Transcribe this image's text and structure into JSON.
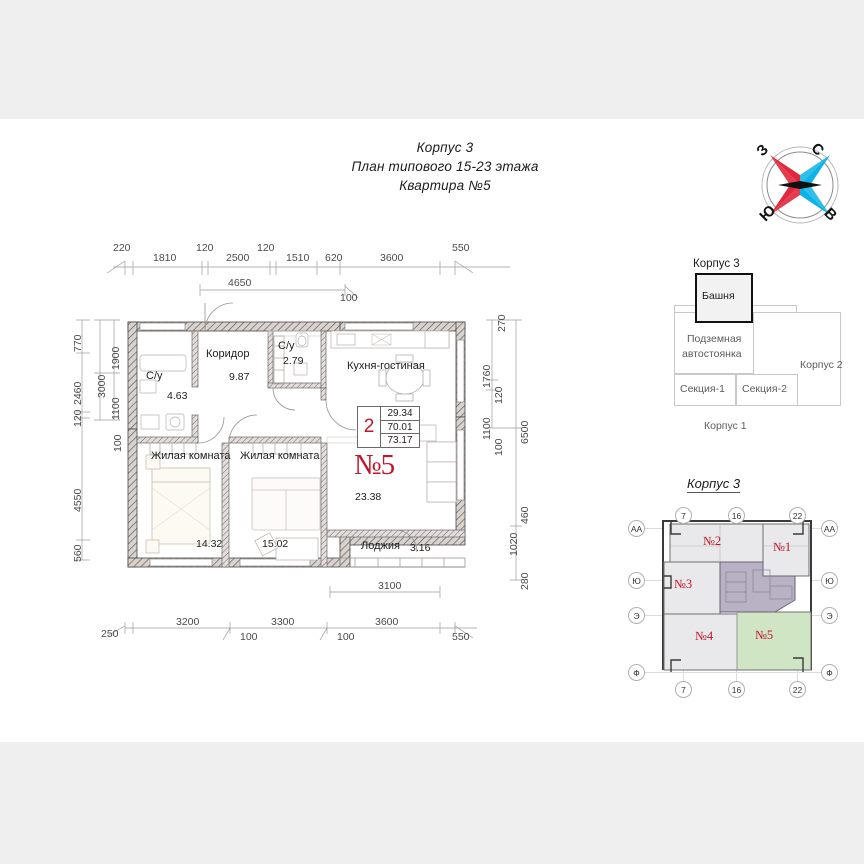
{
  "title": {
    "building": "Корпус 3",
    "floor_plan": "План типового 15-23 этажа",
    "apartment": "Квартира №5"
  },
  "compass": {
    "north": "С",
    "east": "В",
    "south": "Ю",
    "west": "З",
    "color_red": "#e2283c",
    "color_blue": "#0cb3e6"
  },
  "plan": {
    "rooms": [
      {
        "name": "Коридор",
        "area": "9.87"
      },
      {
        "name": "С/у",
        "area": "4.63"
      },
      {
        "name": "С/у",
        "area": "2.79"
      },
      {
        "name": "Кухня-гостиная",
        "area": "23.38"
      },
      {
        "name": "Жилая комната",
        "area": "14.32"
      },
      {
        "name": "Жилая комната",
        "area": "15.02"
      },
      {
        "name": "Лоджия",
        "area": "3.16"
      }
    ],
    "area_table": {
      "rooms_count": "2",
      "living_area": "29.34",
      "total_area": "70.01",
      "total_with_loggia": "73.17"
    },
    "apartment_number": "№5",
    "dimensions": {
      "top_outer": [
        "220",
        "1810",
        "120",
        "2500",
        "120",
        "1510",
        "620",
        "3600",
        "550"
      ],
      "top_inner": [
        "4650",
        "100"
      ],
      "bottom_outer": [
        "250",
        "3200",
        "100",
        "3300",
        "100",
        "3600",
        "550"
      ],
      "bottom_inner": [
        "3100"
      ],
      "left_outer": [
        "770",
        "2460",
        "120",
        "4550",
        "560"
      ],
      "left_inner": [
        "3000",
        "1900",
        "1100",
        "100"
      ],
      "right_outer": [
        "270",
        "1760",
        "120",
        "1100",
        "100",
        "6500",
        "460",
        "1020",
        "280"
      ]
    }
  },
  "site_diagram": {
    "title": "Корпус 3",
    "tower": "Башня",
    "parking_line1": "Подземная",
    "parking_line2": "автостоянка",
    "section_1": "Секция-1",
    "section_2": "Секция-2",
    "korpus_1": "Корпус 1",
    "korpus_2": "Корпус 2"
  },
  "key_plan": {
    "title": "Корпус 3",
    "axes_top": [
      "7",
      "16",
      "22"
    ],
    "axes_left": [
      "АА",
      "Ю",
      "Э",
      "Ф"
    ],
    "axes_right": [
      "АА",
      "Ю",
      "Э",
      "Ф"
    ],
    "axes_bottom": [
      "7",
      "16",
      "22"
    ],
    "apartments": [
      {
        "label": "№1"
      },
      {
        "label": "№2"
      },
      {
        "label": "№3"
      },
      {
        "label": "№4"
      },
      {
        "label": "№5"
      }
    ],
    "highlight_color": "#cfe5c4"
  }
}
